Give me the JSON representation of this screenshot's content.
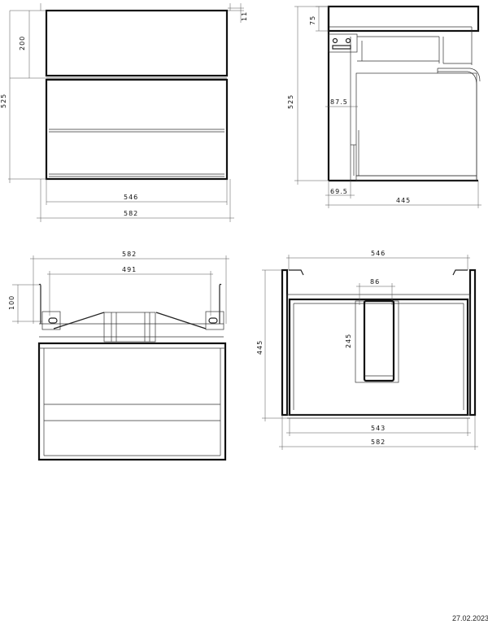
{
  "date": "27.02.2023",
  "front_view": {
    "dim_top_right": "11",
    "dim_upper_height": "200",
    "dim_total_height": "525",
    "dim_inner_width": "546",
    "dim_total_width": "582"
  },
  "side_view": {
    "dim_top": "75",
    "dim_height": "525",
    "dim_offset": "87.5",
    "dim_bottom_offset": "69.5",
    "dim_depth": "445"
  },
  "back_view": {
    "dim_total_width": "582",
    "dim_hole_spacing": "491",
    "dim_height": "100"
  },
  "top_view": {
    "dim_width": "546",
    "dim_cutout_width": "86",
    "dim_cutout_depth": "245",
    "dim_depth": "445",
    "dim_inner_width": "543",
    "dim_total_width": "582"
  }
}
